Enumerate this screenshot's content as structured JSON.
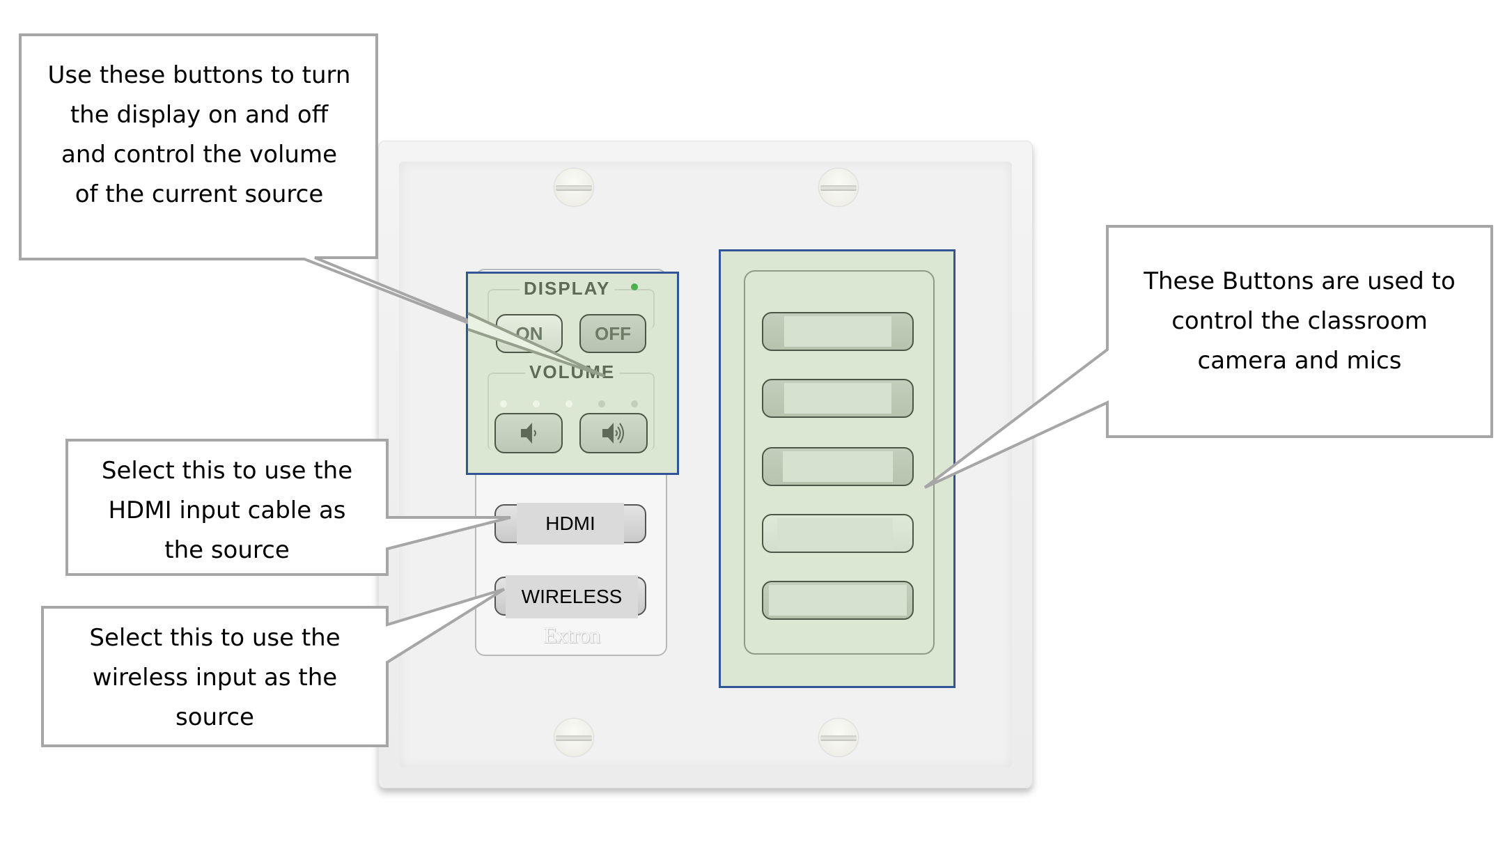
{
  "diagram": {
    "device_brand": "Extron",
    "accent_colors": {
      "highlight_border": "#2f5597",
      "highlight_fill": "#dbe7d3",
      "callout_border": "#a6a6a6",
      "power_led": "#4caf50"
    }
  },
  "keypad": {
    "display_group": {
      "title": "DISPLAY",
      "on_label": "ON",
      "off_label": "OFF",
      "led": "on"
    },
    "volume_group": {
      "title": "VOLUME",
      "level": 3,
      "level_max": 5,
      "volume_down_icon": "speaker-low-icon",
      "volume_up_icon": "speaker-high-icon"
    },
    "source_buttons": [
      {
        "label": "HDMI"
      },
      {
        "label": "WIRELESS"
      }
    ],
    "logo": "Extron"
  },
  "camera_mic_panel": {
    "button_count": 5,
    "buttons": [
      {
        "label": ""
      },
      {
        "label": ""
      },
      {
        "label": ""
      },
      {
        "label": ""
      },
      {
        "label": ""
      }
    ]
  },
  "callouts": {
    "display_volume": {
      "lines": [
        "Use these buttons to turn",
        "the display on and off",
        "and control the volume",
        "of the current source"
      ]
    },
    "camera_mics": {
      "lines": [
        "These Buttons are used to",
        "control the classroom",
        "camera and mics"
      ]
    },
    "hdmi": {
      "lines": [
        "Select this to use the",
        "HDMI input cable as",
        "the source"
      ]
    },
    "wireless": {
      "lines": [
        "Select this to use the",
        "wireless input as the",
        "source"
      ]
    }
  }
}
